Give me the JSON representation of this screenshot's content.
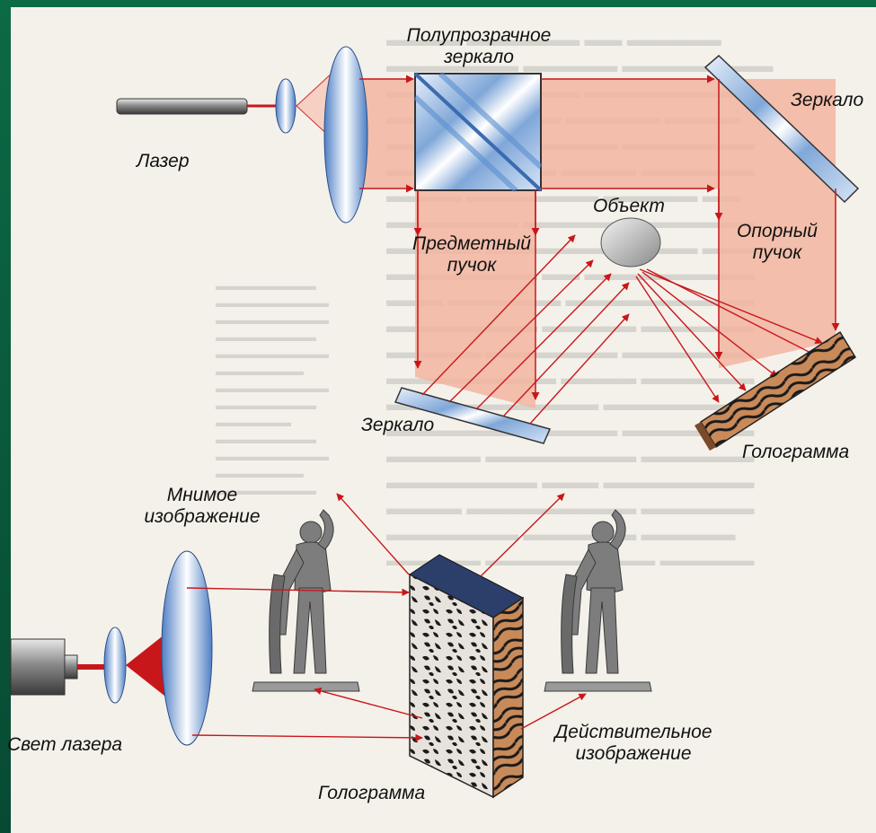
{
  "labels": {
    "semi_mirror": [
      "Полупрозрачное",
      "зеркало"
    ],
    "mirror_top": "Зеркало",
    "laser": "Лазер",
    "object": "Объект",
    "object_beam": [
      "Предметный",
      "пучок"
    ],
    "reference_beam": [
      "Опорный",
      "пучок"
    ],
    "mirror_bottom": "Зеркало",
    "hologram_top": "Голограмма",
    "virtual_image": [
      "Мнимое",
      "изображение"
    ],
    "laser_light": "Свет лазера",
    "real_image": [
      "Действительное",
      "изображение"
    ],
    "hologram_bottom": "Голограмма"
  },
  "colors": {
    "beam_fill": "#f2b5a0",
    "ray": "#c8171b",
    "glass": "#7fa7d8",
    "hologram_wood": "#c98a5a"
  }
}
